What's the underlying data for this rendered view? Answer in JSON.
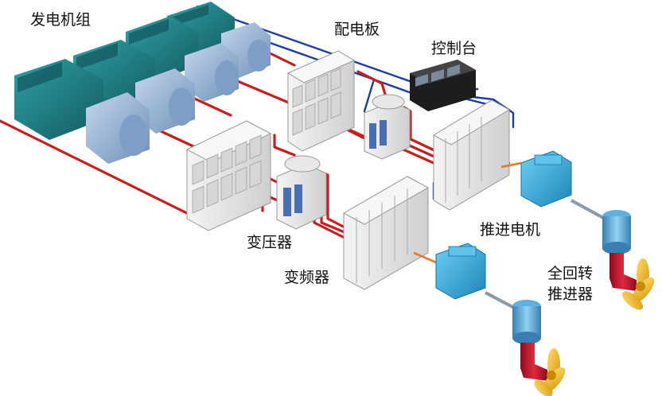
{
  "labels": {
    "generator_sets": "发电机组",
    "switchboard": "配电板",
    "control_console": "控制台",
    "transformer": "变压器",
    "frequency_converter": "变频器",
    "propulsion_motor": "推进电机",
    "azimuth_thruster_line1": "全回转",
    "azimuth_thruster_line2": "推进器"
  },
  "colors": {
    "power_cable": "#c81e1e",
    "control_cable": "#1c3e9e",
    "motor_shaft_cable": "#e07a2a",
    "generator_engine": "#1c7f85",
    "generator_alternator": "#8fb0d6",
    "cabinet": "#e3e3e3",
    "motor": "#2aa3d8",
    "thruster_body": "#c8102e",
    "propeller": "#f2b51c"
  }
}
